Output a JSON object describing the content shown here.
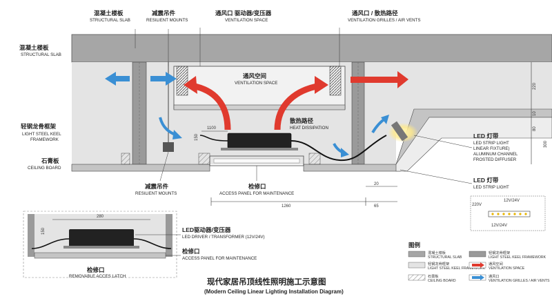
{
  "labels": {
    "slab_top_zh": "混凝土楼板",
    "slab_top_en": "STRUCTURAL SLAB",
    "mounts_top_zh": "减震吊件",
    "mounts_top_en": "RESILIENT MOUNTS",
    "vent_space_top_zh": "通风口 驱动器/变压器",
    "vent_space_top_en": "VENTILATION SPACE",
    "vent_grilles_zh": "通风口 / 散热路径",
    "vent_grilles_en": "VENTILATION GRILLES / AIR VENTS",
    "slab_left_zh": "混凝土楼板",
    "slab_left_en": "STRUCTURAL SLAB",
    "vent_space_mid_zh": "通风空间",
    "vent_space_mid_en": "VENTILATION SPACE",
    "keel_zh": "轻钢龙骨框架",
    "keel_en_1": "LIGHT STEEL KEEL",
    "keel_en_2": "FRAMEWORK",
    "heat_zh": "散热路径",
    "heat_en": "HEAT DISSIPATION",
    "gypsum_zh": "石膏板",
    "gypsum_en": "CEILING BOARD",
    "led_band_zh": "LED 灯带",
    "led_band_en_1": "LED STRIP LIGHT",
    "led_band_en_2": "LINEAR FIXTURE)",
    "led_band_en_3": "ALUMINUM CHANNEL",
    "led_band_en_4": "FROSTED DIFFUSER",
    "led_band2_zh": "LED 灯带",
    "led_band2_en": "LED STRIP LIGHT",
    "mounts_bot_zh": "减震吊件",
    "mounts_bot_en": "RESILIENT MOUNTS",
    "access_zh": "检修口",
    "access_en": "ACCESS PANEL FOR MAINTENANCE",
    "driver_zh": "LED驱动器/变压器",
    "driver_en": "LED DRIVER / TRANSFORMER (12V/24V)",
    "access2_zh": "检修口",
    "access2_en": "ACCESS PANEL FOR MAINTENANCE",
    "removable_zh": "检修口",
    "removable_en": "REMOVABLE ACCES LATCH",
    "wiring_in": "220V",
    "wiring_top": "12V/24V",
    "wiring_bot": "12V/24V"
  },
  "dimensions": {
    "d1100": "1100",
    "d150": "150",
    "d1260": "1260",
    "d20": "20",
    "d65": "65",
    "d220": "220",
    "d10": "10",
    "d300": "300",
    "d80": "80",
    "inset_280": "280",
    "inset_150": "150"
  },
  "legend": {
    "title": "图例",
    "items": [
      {
        "zh": "混凝土楼板",
        "en": "STRUCTURAL SLAB"
      },
      {
        "zh": "轻钢龙骨框架",
        "en": "LIGHT STEEL KEEL FRAMEWORK"
      },
      {
        "zh": "轻钢龙骨框架",
        "en": "LIGHT STEEL KEEL FRAMEWORK"
      },
      {
        "zh": "通风空间",
        "en": "VENTILATION SPACE"
      },
      {
        "zh": "石膏板",
        "en": "CEILING BOARD"
      },
      {
        "zh": "通风口",
        "en": "VENTILATION GRILLES / AIR VENTS"
      }
    ]
  },
  "title": {
    "zh": "现代家居吊顶线性照明施工示意图",
    "en": "(Modern Ceiling Linear Lighting Installation Diagram)"
  },
  "colors": {
    "slab": "#a6a6a6",
    "void": "#dcdcdc",
    "keel": "#8c8c8c",
    "board": "#bdbdbd",
    "hot_arrow": "#e03a2e",
    "cool_arrow": "#3a8fd4",
    "led_glow": "#ffe98a"
  }
}
